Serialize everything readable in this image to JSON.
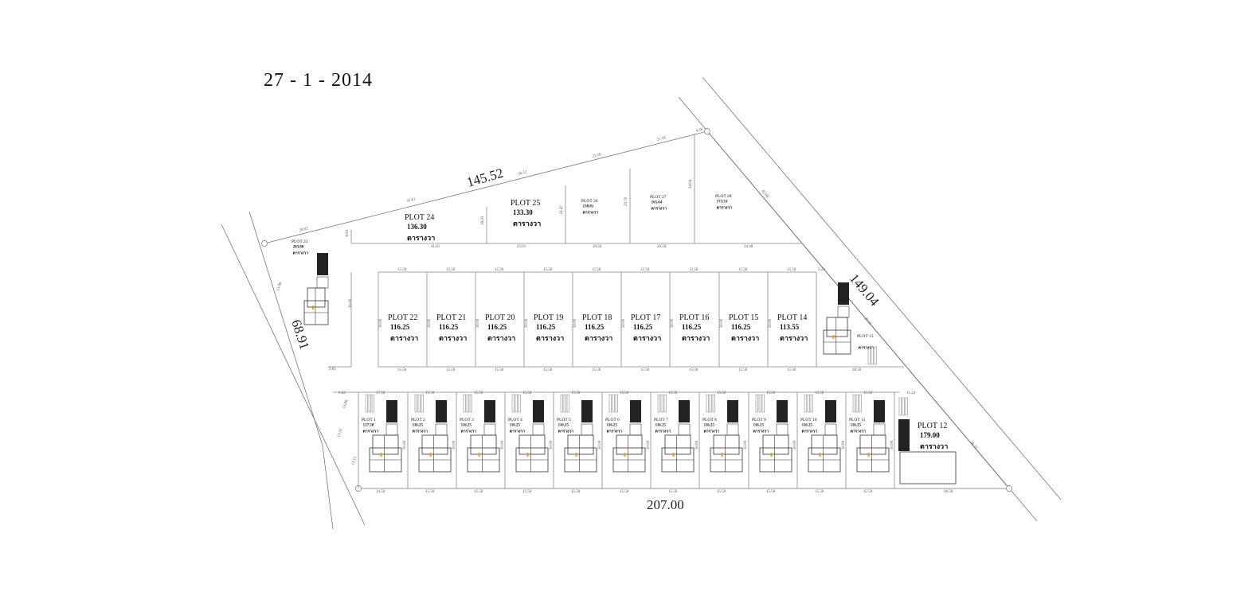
{
  "date": "27 - 1 - 2014",
  "boundary": {
    "top": "145.52",
    "right": "149.04",
    "left": "68.91",
    "bottom": "207.00"
  },
  "unit": "ตารางวา",
  "top_row": [
    {
      "plot": "PLOT  24",
      "area": "136.30"
    },
    {
      "plot": "PLOT  25",
      "area": "133.30"
    },
    {
      "plot": "PLOT  26",
      "area": "138.81"
    },
    {
      "plot": "PLOT  27",
      "area": "165.64"
    },
    {
      "plot": "PLOT  28",
      "area": "173.33"
    }
  ],
  "plot23": {
    "plot": "PLOT  23",
    "area": "203.80"
  },
  "middle_row": [
    {
      "plot": "PLOT  22",
      "area": "116.25"
    },
    {
      "plot": "PLOT  21",
      "area": "116.25"
    },
    {
      "plot": "PLOT  20",
      "area": "116.25"
    },
    {
      "plot": "PLOT 19",
      "area": "116.25"
    },
    {
      "plot": "PLOT 18",
      "area": "116.25"
    },
    {
      "plot": "PLOT 17",
      "area": "116.25"
    },
    {
      "plot": "PLOT 16",
      "area": "116.25"
    },
    {
      "plot": "PLOT 15",
      "area": "116.25"
    },
    {
      "plot": "PLOT 14",
      "area": "113.55"
    }
  ],
  "plot13": {
    "plot": "PLOT 13"
  },
  "bottom_row": [
    {
      "plot": "PLOT  1",
      "area": "127.50"
    },
    {
      "plot": "PLOT  2",
      "area": "116.25"
    },
    {
      "plot": "PLOT  3",
      "area": "116.25"
    },
    {
      "plot": "PLOT  4",
      "area": "116.25"
    },
    {
      "plot": "PLOT  5",
      "area": "116.25"
    },
    {
      "plot": "PLOT  6",
      "area": "116.25"
    },
    {
      "plot": "PLOT  7",
      "area": "116.25"
    },
    {
      "plot": "PLOT  8",
      "area": "116.25"
    },
    {
      "plot": "PLOT  9",
      "area": "116.25"
    },
    {
      "plot": "PLOT  10",
      "area": "116.25"
    },
    {
      "plot": "PLOT  11",
      "area": "116.25"
    }
  ],
  "plot12": {
    "plot": "PLOT  12",
    "area": "179.00"
  },
  "dims": {
    "top_edge": [
      "28.02",
      "41.61",
      "26.12",
      "21.16",
      "21.16",
      "4.28"
    ],
    "top_row_bottom": [
      "41.61",
      "25.01",
      "20.50",
      "20.50",
      "34.48"
    ],
    "top_row_sides": [
      "6.63",
      "18.03",
      "24.47",
      "29.70",
      "34.04"
    ],
    "right_edge": [
      "42.08",
      "29.35",
      "28.35"
    ],
    "middle_width": "15.50",
    "middle_depth": "30.00",
    "middle_right": "3.24",
    "plot13_bottom": "28.50",
    "bottom_width": "15.50",
    "bottom_first": "17.50",
    "bottom_first_lower": "14.50",
    "bottom_left": "6.62",
    "plot12_top": "11.24",
    "plot12_bottom": "36.50",
    "bottom_depth": "30.00",
    "left_side": [
      "13.00",
      "13.22",
      "13.15",
      "13.98",
      "30.00"
    ],
    "left_bottom": "9.82"
  }
}
